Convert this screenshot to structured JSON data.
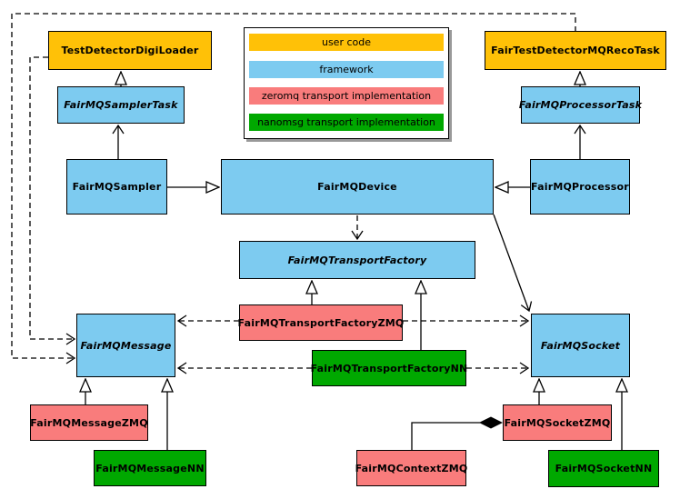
{
  "diagram": {
    "kind": "UML class diagram",
    "topic": "FairMQ framework classes and transport implementations"
  },
  "legend": {
    "items": [
      {
        "label": "user code",
        "color": "#FFC107"
      },
      {
        "label": "framework",
        "color": "#7DCBF0"
      },
      {
        "label": "zeromq transport implementation",
        "color": "#F97C7C"
      },
      {
        "label": "nanomsg transport implementation",
        "color": "#00A800"
      }
    ]
  },
  "nodes": {
    "testDetectorDigiLoader": {
      "label": "TestDetectorDigiLoader",
      "category": "user code",
      "abstract": false
    },
    "fairTestDetectorMQRecoTask": {
      "label": "FairTestDetectorMQRecoTask",
      "category": "user code",
      "abstract": false
    },
    "fairMQSamplerTask": {
      "label": "FairMQSamplerTask",
      "category": "framework",
      "abstract": true
    },
    "fairMQProcessorTask": {
      "label": "FairMQProcessorTask",
      "category": "framework",
      "abstract": true
    },
    "fairMQSampler": {
      "label": "FairMQSampler",
      "category": "framework",
      "abstract": false
    },
    "fairMQDevice": {
      "label": "FairMQDevice",
      "category": "framework",
      "abstract": false
    },
    "fairMQProcessor": {
      "label": "FairMQProcessor",
      "category": "framework",
      "abstract": false
    },
    "fairMQTransportFactory": {
      "label": "FairMQTransportFactory",
      "category": "framework",
      "abstract": true
    },
    "fairMQTransportFactoryZMQ": {
      "label": "FairMQTransportFactoryZMQ",
      "category": "zeromq transport implementation",
      "abstract": false
    },
    "fairMQTransportFactoryNN": {
      "label": "FairMQTransportFactoryNN",
      "category": "nanomsg transport implementation",
      "abstract": false
    },
    "fairMQMessage": {
      "label": "FairMQMessage",
      "category": "framework",
      "abstract": true
    },
    "fairMQSocket": {
      "label": "FairMQSocket",
      "category": "framework",
      "abstract": true
    },
    "fairMQMessageZMQ": {
      "label": "FairMQMessageZMQ",
      "category": "zeromq transport implementation",
      "abstract": false
    },
    "fairMQMessageNN": {
      "label": "FairMQMessageNN",
      "category": "nanomsg transport implementation",
      "abstract": false
    },
    "fairMQSocketZMQ": {
      "label": "FairMQSocketZMQ",
      "category": "zeromq transport implementation",
      "abstract": false
    },
    "fairMQSocketNN": {
      "label": "FairMQSocketNN",
      "category": "nanomsg transport implementation",
      "abstract": false
    },
    "fairMQContextZMQ": {
      "label": "FairMQContextZMQ",
      "category": "zeromq transport implementation",
      "abstract": false
    }
  },
  "edges": [
    {
      "from": "FairMQSamplerTask",
      "to": "TestDetectorDigiLoader",
      "type": "inheritance"
    },
    {
      "from": "FairMQProcessorTask",
      "to": "FairTestDetectorMQRecoTask",
      "type": "inheritance"
    },
    {
      "from": "FairMQSampler",
      "to": "FairMQDevice",
      "type": "inheritance"
    },
    {
      "from": "FairMQProcessor",
      "to": "FairMQDevice",
      "type": "inheritance"
    },
    {
      "from": "FairMQSampler",
      "to": "FairMQSamplerTask",
      "type": "association-arrow"
    },
    {
      "from": "FairMQProcessor",
      "to": "FairMQProcessorTask",
      "type": "association-arrow"
    },
    {
      "from": "FairMQDevice",
      "to": "FairMQTransportFactory",
      "type": "dependency-dashed"
    },
    {
      "from": "FairMQDevice",
      "to": "FairMQSocket",
      "type": "association-arrow"
    },
    {
      "from": "FairMQTransportFactoryZMQ",
      "to": "FairMQTransportFactory",
      "type": "inheritance"
    },
    {
      "from": "FairMQTransportFactoryNN",
      "to": "FairMQTransportFactory",
      "type": "inheritance"
    },
    {
      "from": "FairMQTransportFactoryZMQ",
      "to": "FairMQMessage",
      "type": "dependency-dashed"
    },
    {
      "from": "FairMQTransportFactoryZMQ",
      "to": "FairMQSocket",
      "type": "dependency-dashed"
    },
    {
      "from": "FairMQTransportFactoryNN",
      "to": "FairMQMessage",
      "type": "dependency-dashed"
    },
    {
      "from": "FairMQTransportFactoryNN",
      "to": "FairMQSocket",
      "type": "dependency-dashed"
    },
    {
      "from": "TestDetectorDigiLoader",
      "to": "FairMQMessage",
      "type": "dependency-dashed"
    },
    {
      "from": "FairTestDetectorMQRecoTask",
      "to": "FairMQMessage",
      "type": "dependency-dashed"
    },
    {
      "from": "FairMQMessageZMQ",
      "to": "FairMQMessage",
      "type": "inheritance"
    },
    {
      "from": "FairMQMessageNN",
      "to": "FairMQMessage",
      "type": "inheritance"
    },
    {
      "from": "FairMQSocketZMQ",
      "to": "FairMQSocket",
      "type": "inheritance"
    },
    {
      "from": "FairMQSocketNN",
      "to": "FairMQSocket",
      "type": "inheritance"
    },
    {
      "from": "FairMQSocketZMQ",
      "to": "FairMQContextZMQ",
      "type": "composition"
    }
  ]
}
